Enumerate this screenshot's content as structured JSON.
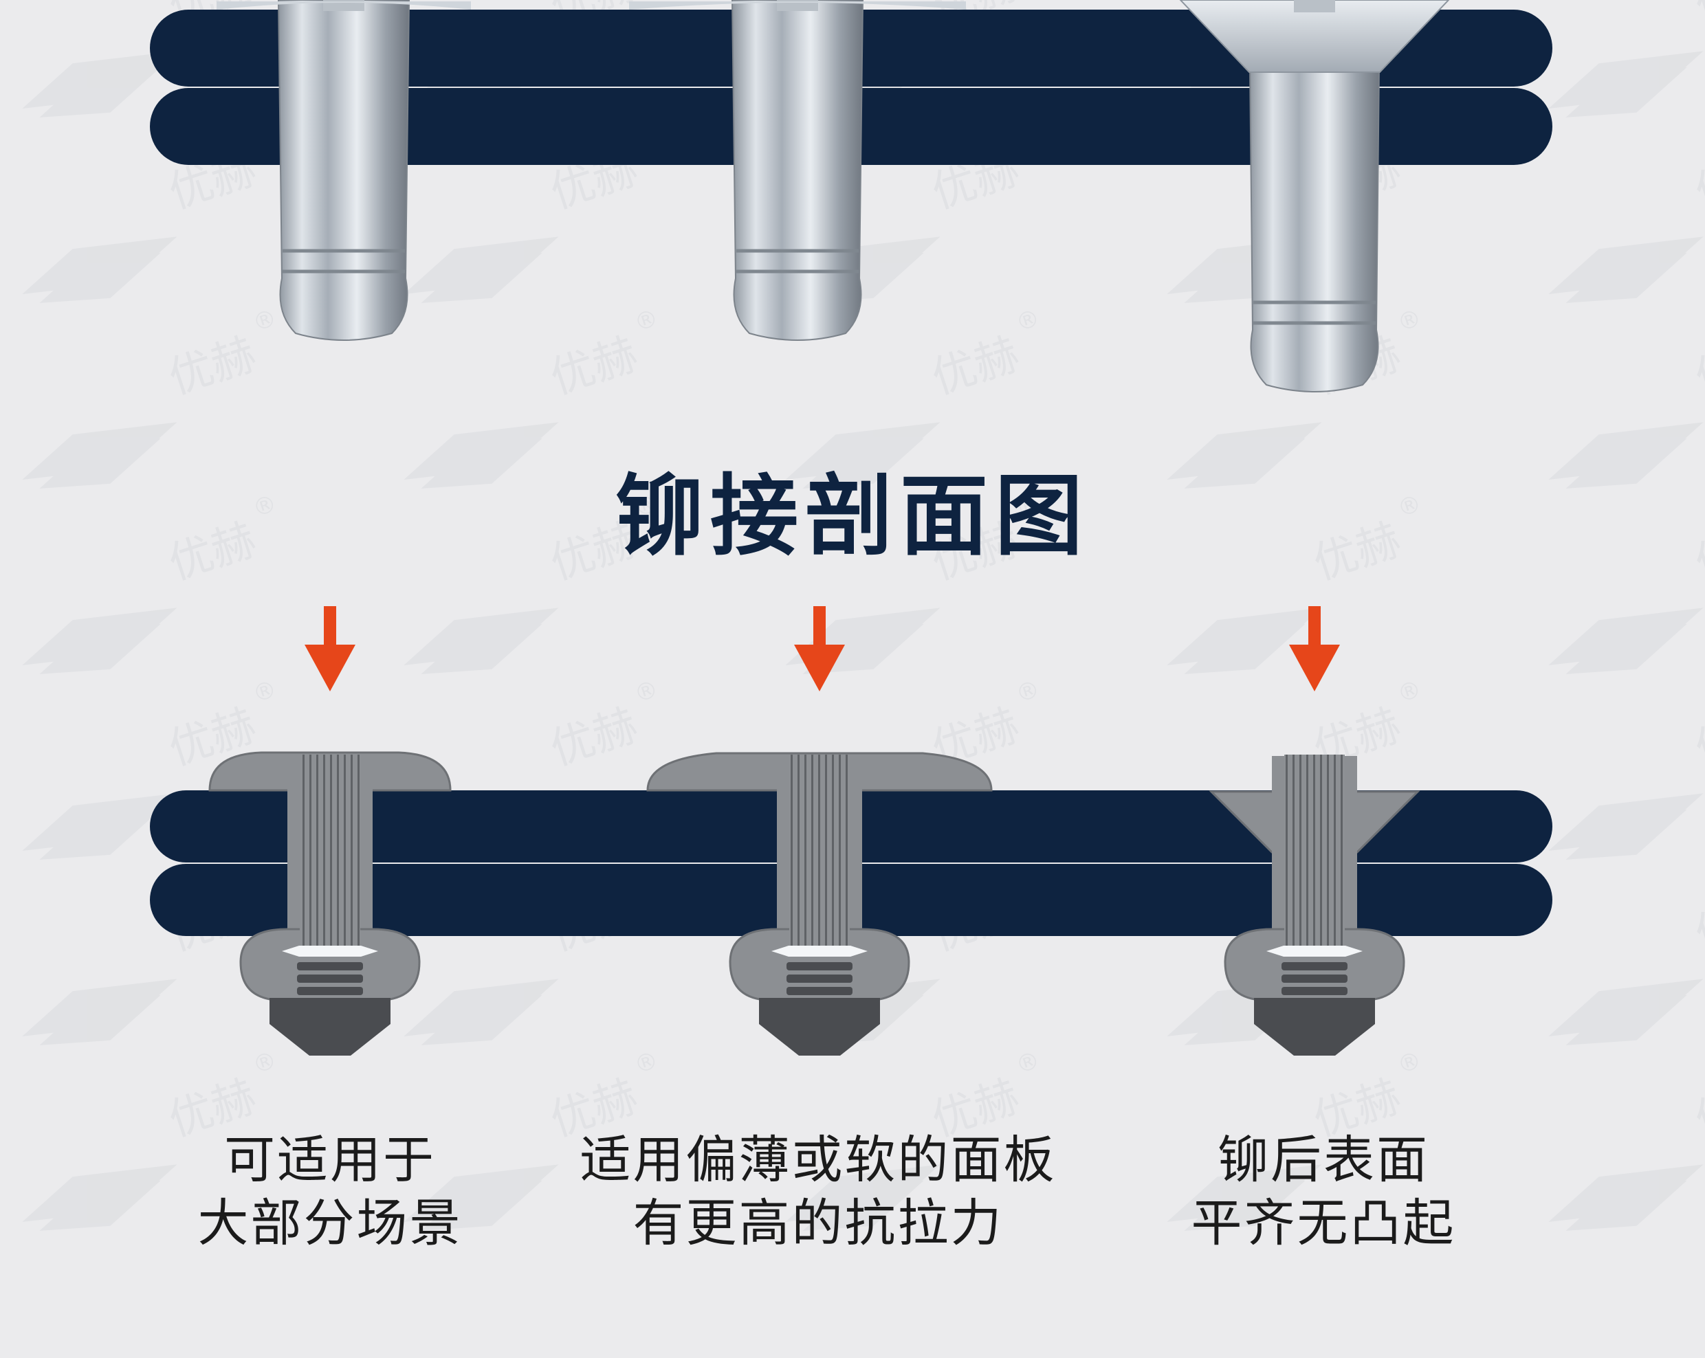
{
  "section_title": "铆接剖面图",
  "watermark": {
    "brand_text": "优赫",
    "registered_mark": "®"
  },
  "colors": {
    "background": "#ebebed",
    "panel": "#0e2340",
    "arrow": "#e6461a",
    "title": "#0e2340",
    "rivet_body": "#8c8f93",
    "mandrel": "#4a4c50"
  },
  "rivets": [
    {
      "id": "dome-head",
      "head_type": "dome",
      "caption_lines": [
        "可适用于",
        "大部分场景"
      ]
    },
    {
      "id": "large-flange",
      "head_type": "large-flange",
      "caption_lines": [
        "适用偏薄或软的面板",
        "有更高的抗拉力"
      ]
    },
    {
      "id": "countersunk",
      "head_type": "countersunk",
      "caption_lines": [
        "铆后表面",
        "平齐无凸起"
      ]
    }
  ]
}
